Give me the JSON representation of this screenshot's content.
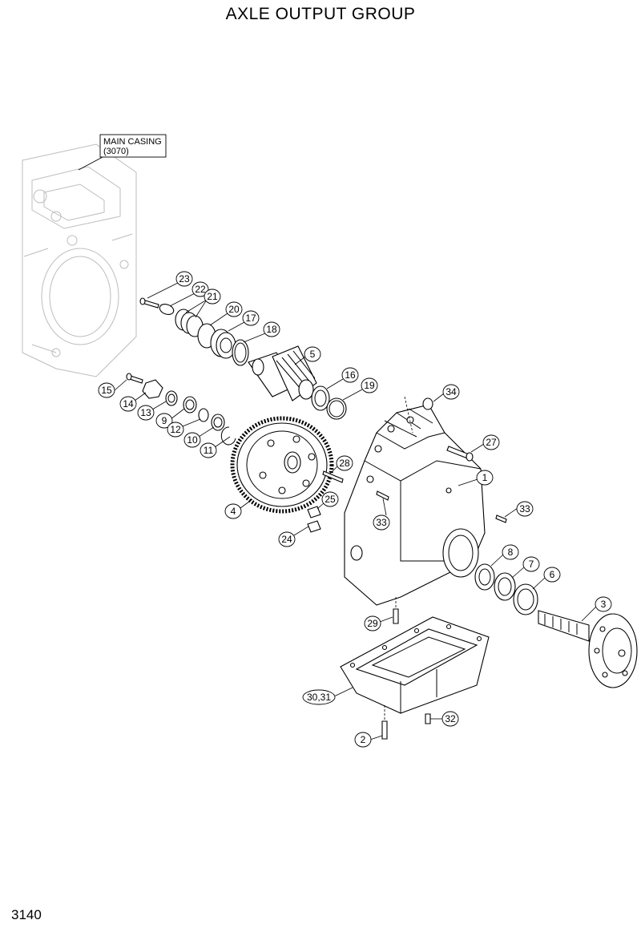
{
  "title": "AXLE OUTPUT GROUP",
  "page_number": "3140",
  "reference_box": {
    "line1": "MAIN CASING",
    "line2": "(3070)"
  },
  "callouts": [
    {
      "id": "c1",
      "label": "1"
    },
    {
      "id": "c2",
      "label": "2"
    },
    {
      "id": "c3",
      "label": "3"
    },
    {
      "id": "c4",
      "label": "4"
    },
    {
      "id": "c5",
      "label": "5"
    },
    {
      "id": "c6",
      "label": "6"
    },
    {
      "id": "c7",
      "label": "7"
    },
    {
      "id": "c8",
      "label": "8"
    },
    {
      "id": "c9",
      "label": "9"
    },
    {
      "id": "c10",
      "label": "10"
    },
    {
      "id": "c11",
      "label": "11"
    },
    {
      "id": "c12",
      "label": "12"
    },
    {
      "id": "c13",
      "label": "13"
    },
    {
      "id": "c14",
      "label": "14"
    },
    {
      "id": "c15",
      "label": "15"
    },
    {
      "id": "c16",
      "label": "16"
    },
    {
      "id": "c17",
      "label": "17"
    },
    {
      "id": "c18",
      "label": "18"
    },
    {
      "id": "c19",
      "label": "19"
    },
    {
      "id": "c20",
      "label": "20"
    },
    {
      "id": "c21",
      "label": "21"
    },
    {
      "id": "c22",
      "label": "22"
    },
    {
      "id": "c23",
      "label": "23"
    },
    {
      "id": "c24",
      "label": "24"
    },
    {
      "id": "c25",
      "label": "25"
    },
    {
      "id": "c27",
      "label": "27"
    },
    {
      "id": "c28",
      "label": "28"
    },
    {
      "id": "c29",
      "label": "29"
    },
    {
      "id": "c3031",
      "label": "30,31"
    },
    {
      "id": "c32",
      "label": "32"
    },
    {
      "id": "c33a",
      "label": "33"
    },
    {
      "id": "c33b",
      "label": "33"
    },
    {
      "id": "c34",
      "label": "34"
    }
  ]
}
